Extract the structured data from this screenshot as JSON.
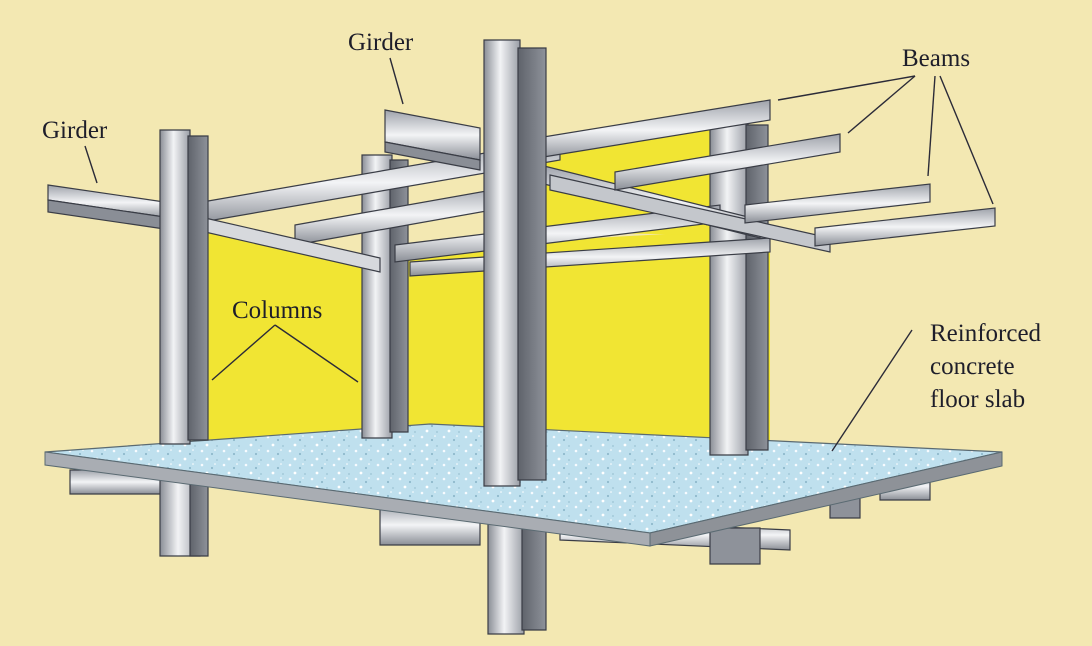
{
  "labels": {
    "girder_left": "Girder",
    "girder_top": "Girder",
    "beams": "Beams",
    "columns": "Columns",
    "slab": [
      "Reinforced",
      "concrete",
      "floor slab"
    ]
  },
  "colors": {
    "background": "#f3e8b2",
    "wall": "#f1e533",
    "slab_top": "#bfe0ee",
    "steel_light": "#eef0f2",
    "steel_mid": "#a9adb5",
    "steel_dark": "#6f737c"
  }
}
